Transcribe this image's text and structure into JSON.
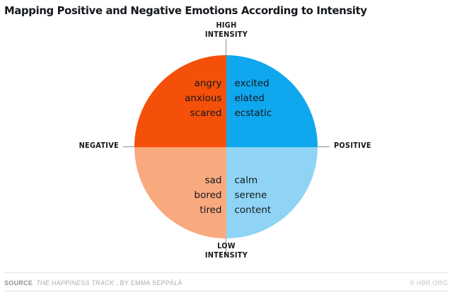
{
  "chart_data": {
    "type": "scatter",
    "title": "Mapping Positive and Negative Emotions According to Intensity",
    "xlabel": "",
    "ylabel": "",
    "axes": {
      "top": "HIGH\nINTENSITY",
      "bottom": "LOW\nINTENSITY",
      "left": "NEGATIVE",
      "right": "POSITIVE"
    },
    "axis_labels": {
      "top_line1": "HIGH",
      "top_line2": "INTENSITY",
      "bottom_line1": "LOW",
      "bottom_line2": "INTENSITY",
      "left": "NEGATIVE",
      "right": "POSITIVE"
    },
    "quadrants": [
      {
        "id": "high-negative",
        "position": "top-left",
        "x_axis": "NEGATIVE",
        "y_axis": "HIGH INTENSITY",
        "color": "#f4500a",
        "emotions": [
          "angry",
          "anxious",
          "scared"
        ]
      },
      {
        "id": "high-positive",
        "position": "top-right",
        "x_axis": "POSITIVE",
        "y_axis": "HIGH INTENSITY",
        "color": "#0fa7ee",
        "emotions": [
          "excited",
          "elated",
          "ecstatic"
        ]
      },
      {
        "id": "low-negative",
        "position": "bottom-left",
        "x_axis": "NEGATIVE",
        "y_axis": "LOW INTENSITY",
        "color": "#f9a97e",
        "emotions": [
          "sad",
          "bored",
          "tired"
        ]
      },
      {
        "id": "low-positive",
        "position": "bottom-right",
        "x_axis": "POSITIVE",
        "y_axis": "LOW INTENSITY",
        "color": "#8fd4f5",
        "emotions": [
          "calm",
          "serene",
          "content"
        ]
      }
    ],
    "legend": [],
    "grid": false
  },
  "header": {
    "title": "Mapping Positive and Negative Emotions According to Intensity"
  },
  "footer": {
    "source_kicker": "SOURCE",
    "source_work": "THE HAPPINESS TRACK",
    "source_rest": ", BY EMMA SEPPÄLÄ",
    "credit": "© HBR.ORG"
  },
  "colors": {
    "high_negative": "#f4500a",
    "high_positive": "#0fa7ee",
    "low_negative": "#f9a97e",
    "low_positive": "#8fd4f5",
    "axis_line": "#8d9094",
    "text": "#14181c",
    "footer_text": "#a9acb0"
  }
}
